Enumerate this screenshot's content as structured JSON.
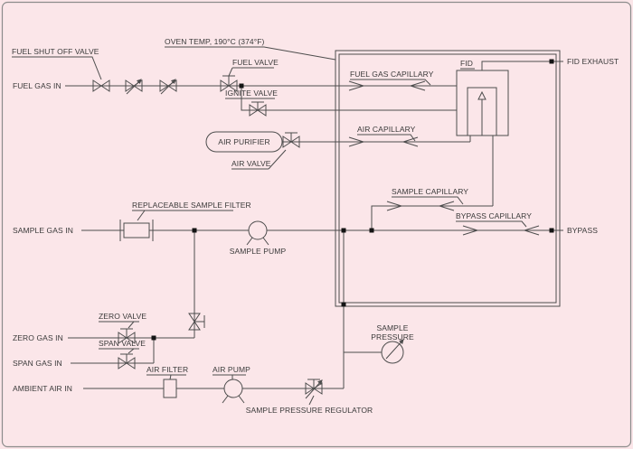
{
  "colors": {
    "background": "#fbe6e9",
    "line": "#4d4d4d",
    "text": "#3a3a3a",
    "junction": "#141414",
    "border": "#8c8c8c"
  },
  "labels": {
    "fuel_shut_off_valve": "FUEL SHUT OFF VALVE",
    "fuel_gas_in": "FUEL GAS IN",
    "oven_temp": "OVEN TEMP, 190°C (374°F)",
    "fuel_valve": "FUEL VALVE",
    "ignite_valve": "IGNITE VALVE",
    "fuel_gas_capillary": "FUEL GAS CAPILLARY",
    "fid": "FID",
    "fid_exhaust": "FID EXHAUST",
    "air_purifier": "AIR PURIFIER",
    "air_valve": "AIR VALVE",
    "air_capillary": "AIR CAPILLARY",
    "sample_capillary": "SAMPLE CAPILLARY",
    "bypass_capillary": "BYPASS CAPILLARY",
    "bypass": "BYPASS",
    "replaceable_sample_filter": "REPLACEABLE SAMPLE FILTER",
    "sample_gas_in": "SAMPLE GAS IN",
    "sample_pump": "SAMPLE PUMP",
    "zero_valve": "ZERO VALVE",
    "zero_gas_in": "ZERO GAS IN",
    "span_valve": "SPAN VALVE",
    "span_gas_in": "SPAN GAS IN",
    "ambient_air_in": "AMBIENT AIR IN",
    "air_filter": "AIR FILTER",
    "air_pump": "AIR PUMP",
    "sample_pressure_line1": "SAMPLE",
    "sample_pressure_line2": "PRESSURE",
    "sample_pressure_regulator": "SAMPLE PRESSURE REGULATOR"
  }
}
